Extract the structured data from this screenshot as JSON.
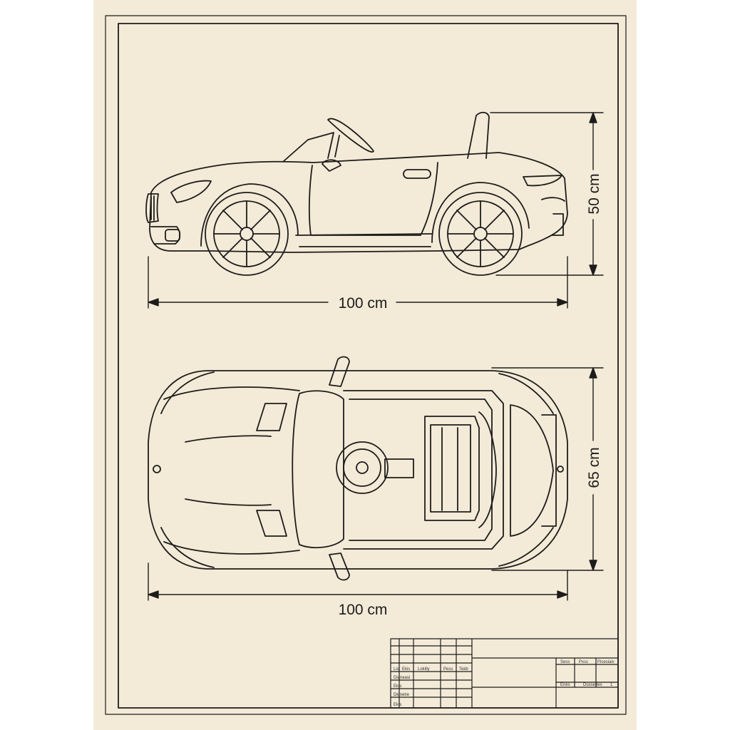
{
  "dimensions": {
    "side_length": "100 cm",
    "side_height": "50 cm",
    "top_length": "100 cm",
    "top_width": "65 cm"
  },
  "title_block": {
    "cells": [
      "Lis",
      "Ekis",
      "Lokilly",
      "Pess",
      "Tekb",
      "Dianeasi",
      "Ekls",
      "Dkinelre",
      "Ekis"
    ],
    "right_cells": [
      "Sess",
      "Pxss",
      "Picesiaiv",
      "Enes",
      "Dussedes",
      "1"
    ]
  },
  "colors": {
    "paper": "#f3ead8",
    "ink": "#1e1c1a"
  }
}
